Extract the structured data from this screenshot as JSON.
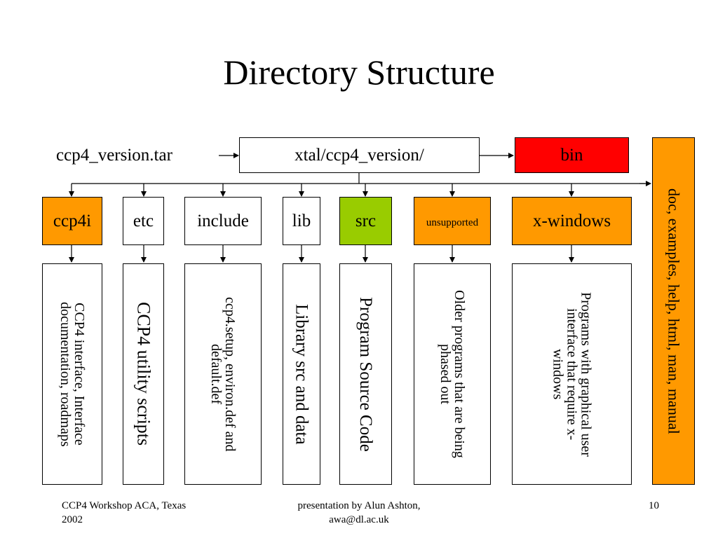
{
  "title": "Directory Structure",
  "diagram": {
    "tar_label": "ccp4_version.tar",
    "root": "xtal/ccp4_version/",
    "bin": "bin",
    "side_label": "doc, examples, help, html, man, manual",
    "dirs": [
      {
        "name": "ccp4i",
        "desc": "CCP4 interface, Interface documentation, roadmaps"
      },
      {
        "name": "etc",
        "desc": "CCP4 utility scripts"
      },
      {
        "name": "include",
        "desc": "ccp4.setup, environ.def and default.def"
      },
      {
        "name": "lib",
        "desc": "Library src and data"
      },
      {
        "name": "src",
        "desc": "Program Source Code"
      },
      {
        "name": "unsupported",
        "desc": "Older programs that are being phased out"
      },
      {
        "name": "x-windows",
        "desc": "Programs with graphical user interface that require x-windows"
      }
    ],
    "colors": {
      "orange": "#ff9900",
      "red": "#ff0000",
      "green": "#99cc00",
      "white": "#ffffff"
    }
  },
  "footer": {
    "left": "CCP4 Workshop ACA, Texas 2002",
    "center": "presentation by Alun Ashton, awa@dl.ac.uk",
    "page": "10"
  }
}
